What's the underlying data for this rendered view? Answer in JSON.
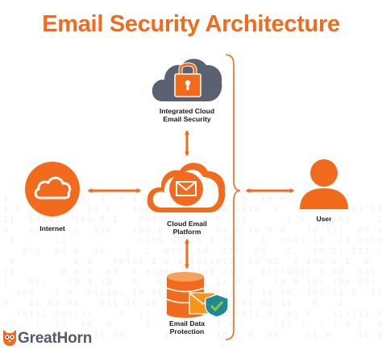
{
  "title": "Email Security Architecture",
  "colors": {
    "accent": "#f26b1d",
    "gray_cloud": "#5a6272",
    "text": "#1a1a1a",
    "background_digits": "#f1f1f3",
    "shield": "#1f8a93",
    "check": "#8cc63f",
    "brand_text": "#555b66"
  },
  "nodes": {
    "integrated_cloud": {
      "lines": [
        "Integrated Cloud",
        "Email Security"
      ],
      "icon": "cloud-lock-icon"
    },
    "cloud_platform": {
      "lines": [
        "Cloud Email",
        "Platform"
      ],
      "icon": "cloud-email-icon"
    },
    "internet": {
      "lines": [
        "Internet"
      ],
      "icon": "internet-cloud-icon"
    },
    "user": {
      "lines": [
        "User"
      ],
      "icon": "user-icon"
    },
    "data_protection": {
      "lines": [
        "Email Data",
        "Protection"
      ],
      "icon": "database-shield-icon"
    }
  },
  "brand": {
    "name": "GreatHorn",
    "icon": "owl-logo-icon"
  }
}
